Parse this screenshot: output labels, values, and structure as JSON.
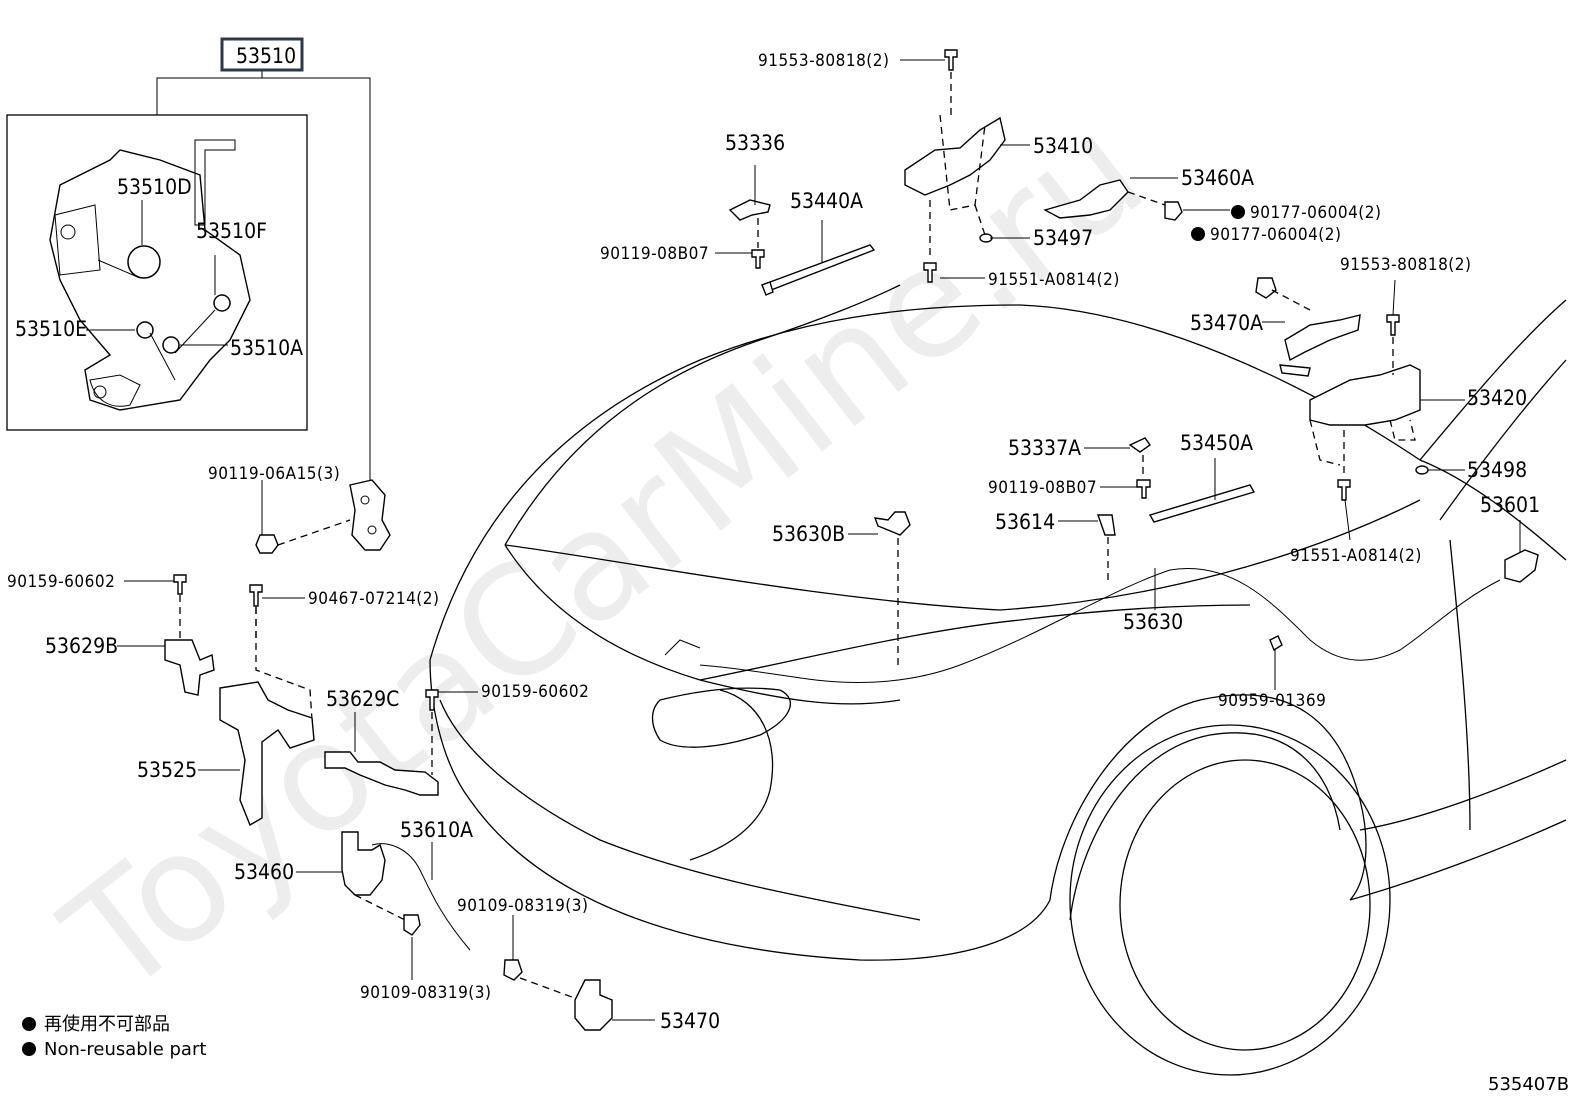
{
  "watermark": "ToyotaCarMine.ru",
  "diagram_id": "535407B",
  "assembly": {
    "label": "53510"
  },
  "inset_labels": {
    "d": "53510D",
    "f": "53510F",
    "e": "53510E",
    "a": "53510A"
  },
  "parts": {
    "p90119_06A15": "90119-06A15(3)",
    "p90159_60602_a": "90159-60602",
    "p90467_07214": "90467-07214(2)",
    "p53629B": "53629B",
    "p53629C": "53629C",
    "p90159_60602_b": "90159-60602",
    "p53525": "53525",
    "p53610A": "53610A",
    "p53460": "53460",
    "p90109_08319_a": "90109-08319(3)",
    "p90109_08319_b": "90109-08319(3)",
    "p53470": "53470",
    "p91553_80818_a": "91553-80818(2)",
    "p53336": "53336",
    "p53440A": "53440A",
    "p90119_08B07_a": "90119-08B07",
    "p53410": "53410",
    "p53460A": "53460A",
    "p90177_a": "90177-06004(2)",
    "p90177_b": "90177-06004(2)",
    "p53497": "53497",
    "p91551_A0814_a": "91551-A0814(2)",
    "p91553_80818_b": "91553-80818(2)",
    "p53470A": "53470A",
    "p53420": "53420",
    "p53337A": "53337A",
    "p53450A": "53450A",
    "p90119_08B07_b": "90119-08B07",
    "p53498": "53498",
    "p53614": "53614",
    "p53630B": "53630B",
    "p53601": "53601",
    "p91551_A0814_b": "91551-A0814(2)",
    "p53630": "53630",
    "p90959_01369": "90959-01369"
  },
  "legend": {
    "japanese": "再使用不可部品",
    "english": "Non-reusable part"
  }
}
